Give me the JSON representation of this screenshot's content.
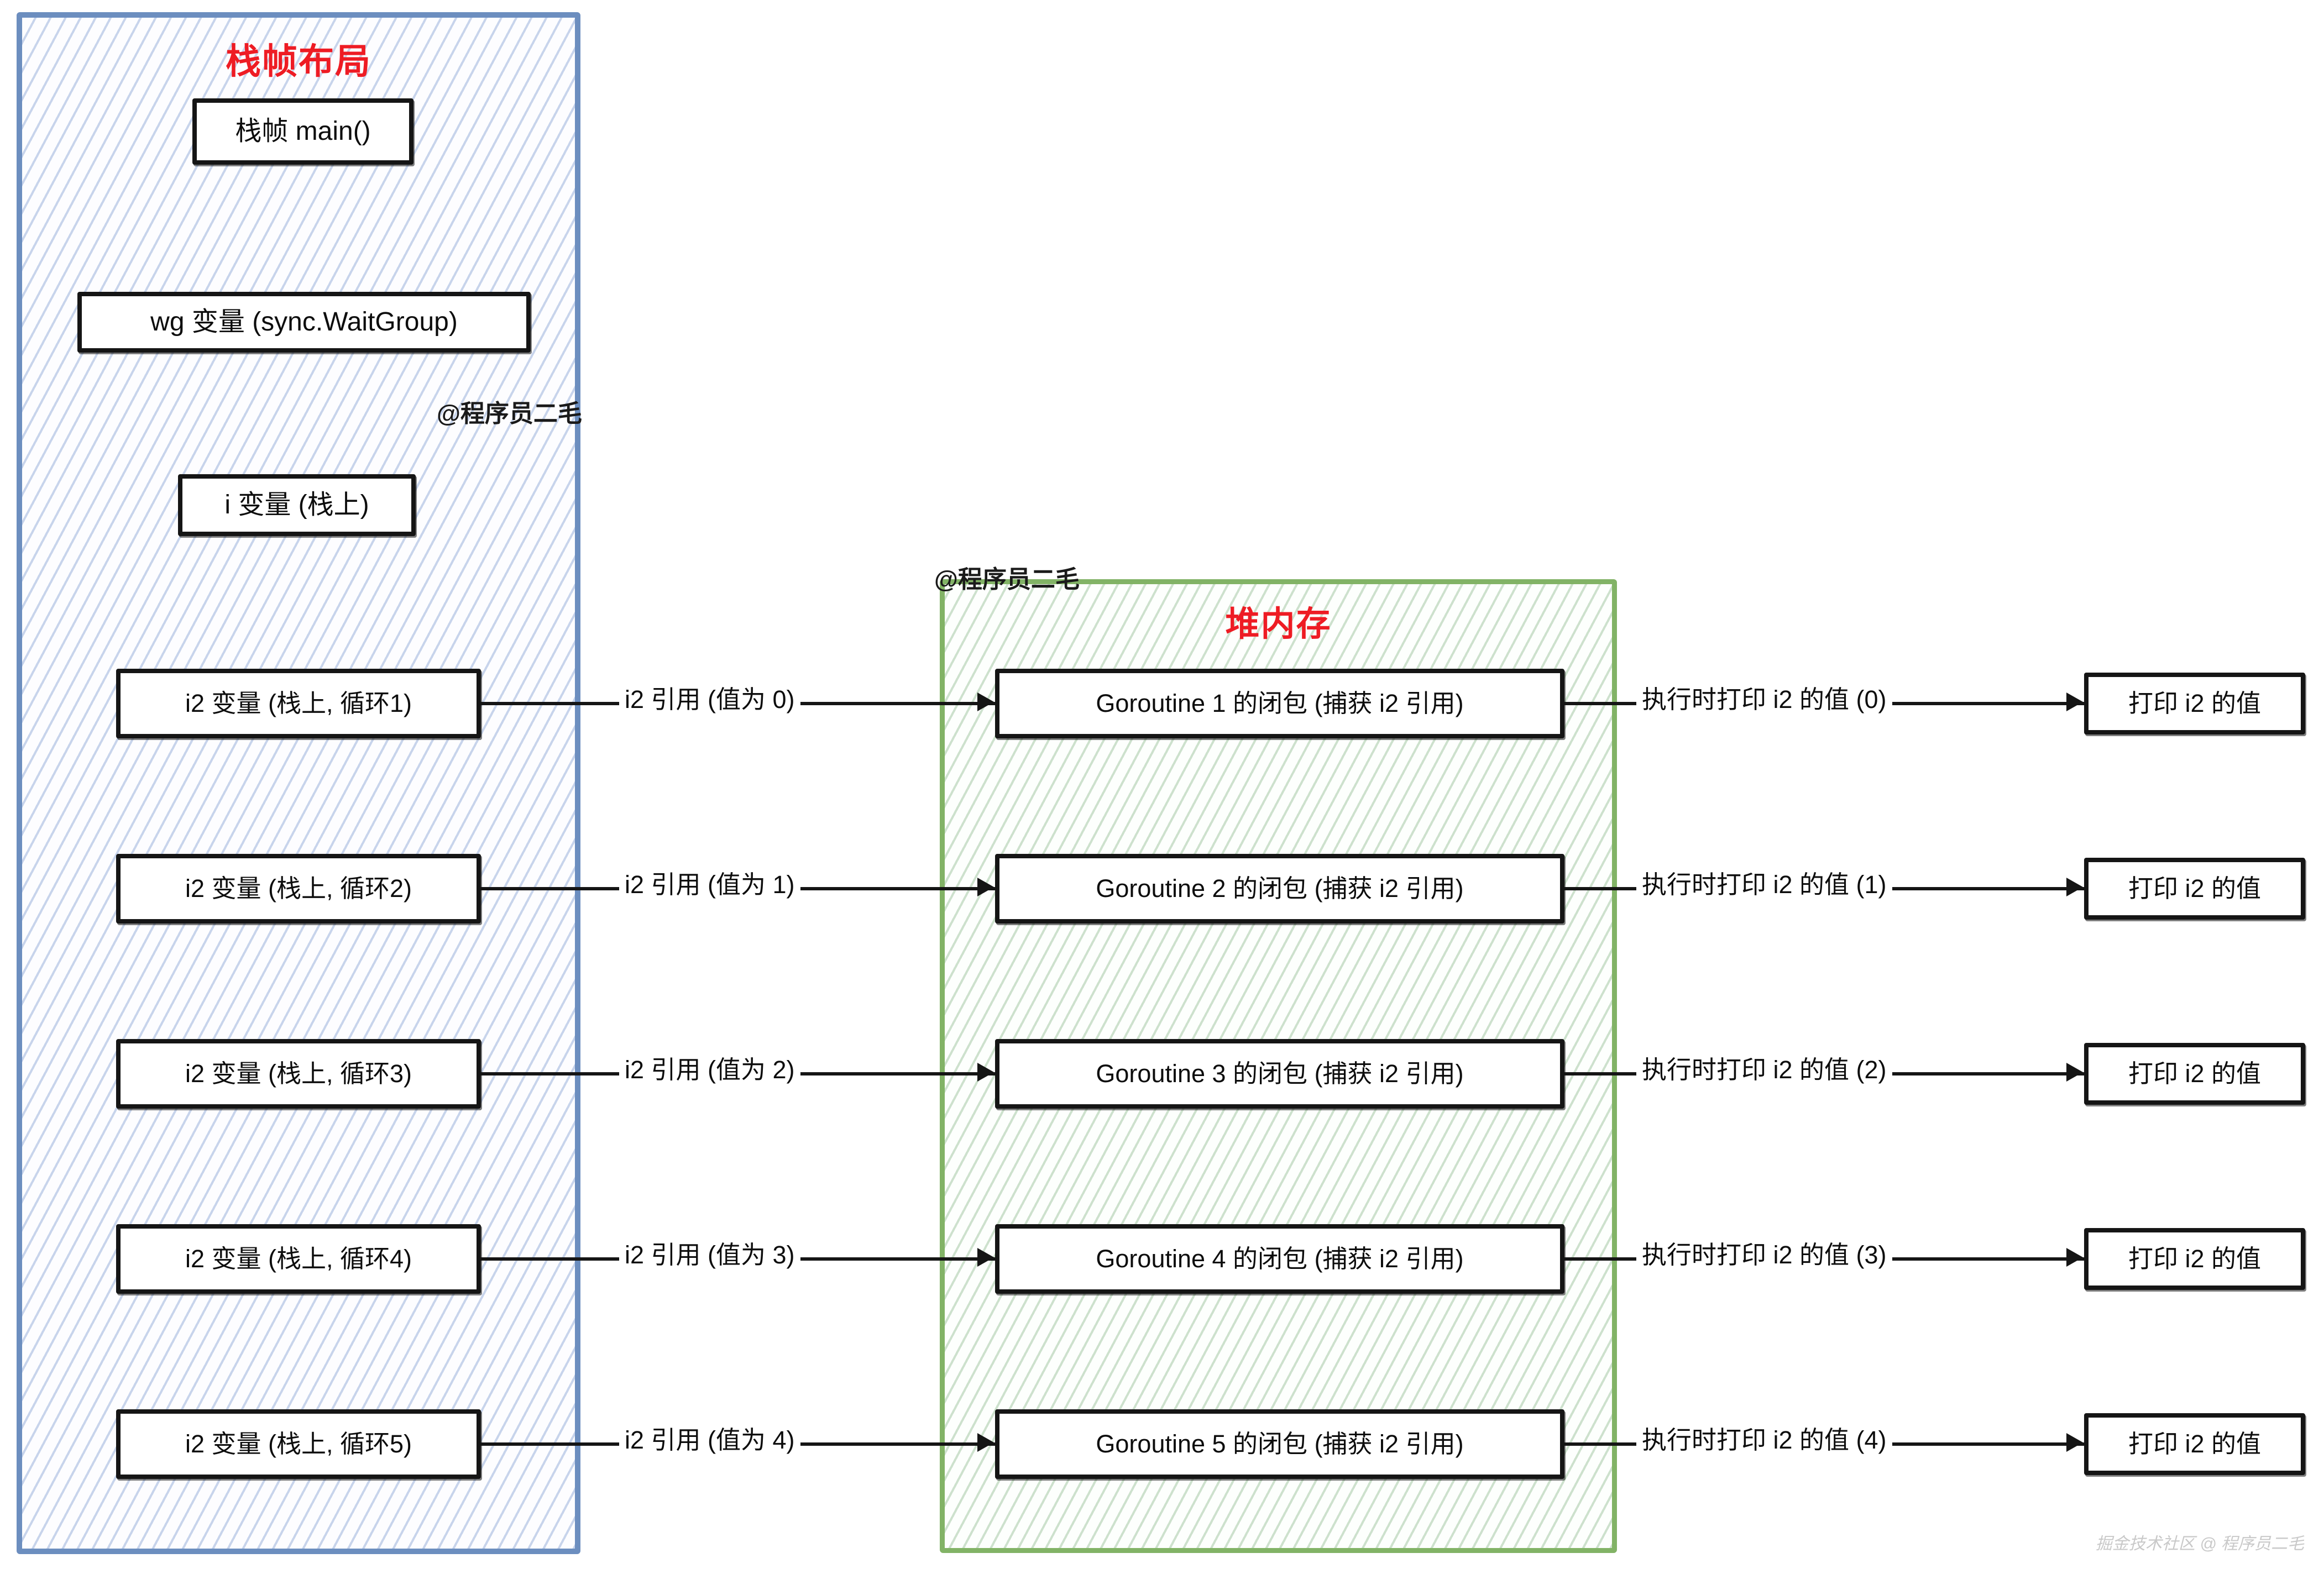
{
  "diagram": {
    "stack_region": {
      "title": "栈帧布局",
      "title_color": "#ee1c24",
      "border_color": "#6c8ebf",
      "nodes": {
        "main_frame": "栈帧 main()",
        "wg_var": "wg 变量 (sync.WaitGroup)",
        "i_var": "i 变量 (栈上)"
      },
      "i2_vars": [
        "i2 变量 (栈上, 循环1)",
        "i2 变量 (栈上, 循环2)",
        "i2 变量 (栈上, 循环3)",
        "i2 变量 (栈上, 循环4)",
        "i2 变量 (栈上, 循环5)"
      ],
      "watermark": "@程序员二毛"
    },
    "heap_region": {
      "title": "堆内存",
      "title_color": "#ee1c24",
      "border_color": "#82b366",
      "closures": [
        "Goroutine 1 的闭包 (捕获 i2 引用)",
        "Goroutine 2 的闭包 (捕获 i2 引用)",
        "Goroutine 3 的闭包 (捕获 i2 引用)",
        "Goroutine 4 的闭包 (捕获 i2 引用)",
        "Goroutine 5 的闭包 (捕获 i2 引用)"
      ],
      "watermark": "@程序员二毛"
    },
    "ref_labels": [
      "i2 引用 (值为 0)",
      "i2 引用 (值为 1)",
      "i2 引用 (值为 2)",
      "i2 引用 (值为 3)",
      "i2 引用 (值为 4)"
    ],
    "print_labels": [
      "执行时打印 i2 的值 (0)",
      "执行时打印 i2 的值 (1)",
      "执行时打印 i2 的值 (2)",
      "执行时打印 i2 的值 (3)",
      "执行时打印 i2 的值 (4)"
    ],
    "print_nodes": [
      "打印 i2 的值",
      "打印 i2 的值",
      "打印 i2 的值",
      "打印 i2 的值",
      "打印 i2 的值"
    ],
    "footer_watermark": "掘金技术社区 @ 程序员二毛"
  }
}
